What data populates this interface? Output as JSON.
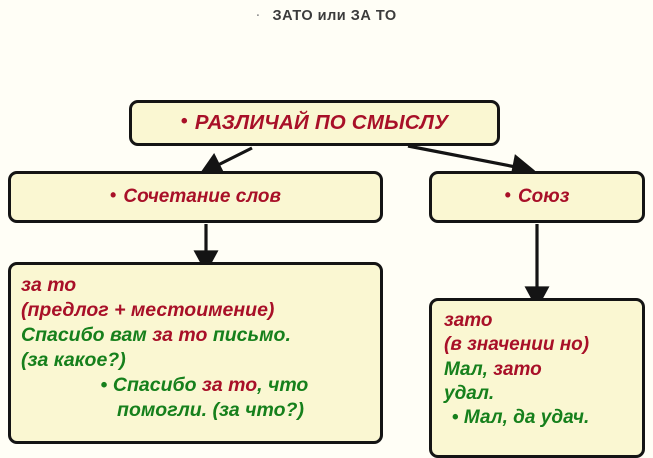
{
  "title": {
    "bullet": "·",
    "text": "ЗАТО или ЗА ТО"
  },
  "colors": {
    "red": "#A81028",
    "green": "#16801C",
    "box_fill": "#FAF7D2",
    "box_border": "#141414",
    "page_bg": "#FFFEF6"
  },
  "boxes": {
    "main": {
      "bullet": "•",
      "label": "РАЗЛИЧАЙ ПО СМЫСЛУ"
    },
    "phrase": {
      "bullet": "•",
      "label": "Сочетание слов"
    },
    "conjunction": {
      "bullet": "•",
      "label": "Союз"
    },
    "phrase_detail": {
      "line1": "за то",
      "line2": "(предлог + местоимение)",
      "line3_a": "Спасибо вам ",
      "line3_b": "за то",
      "line3_c": " письмо.",
      "line4": "(за какое?)",
      "line5_bullet": "•",
      "line5_a": " Спасибо ",
      "line5_b": "за то",
      "line5_c": ", что",
      "line6": "помогли. (за что?)"
    },
    "conjunction_detail": {
      "line1": "зато",
      "line2": "(в значении но)",
      "line3_a": "Мал, ",
      "line3_b": "зато",
      "line4": "удал.",
      "line5_bullet": "•",
      "line5": " Мал, да удач."
    }
  },
  "arrows": [
    {
      "name": "main-to-phrase",
      "from": "main",
      "to": "phrase"
    },
    {
      "name": "main-to-conjunction",
      "from": "main",
      "to": "conjunction"
    },
    {
      "name": "phrase-to-phrase-detail",
      "from": "phrase",
      "to": "phrase_detail"
    },
    {
      "name": "conjunction-to-conjunction-detail",
      "from": "conjunction",
      "to": "conjunction_detail"
    }
  ]
}
